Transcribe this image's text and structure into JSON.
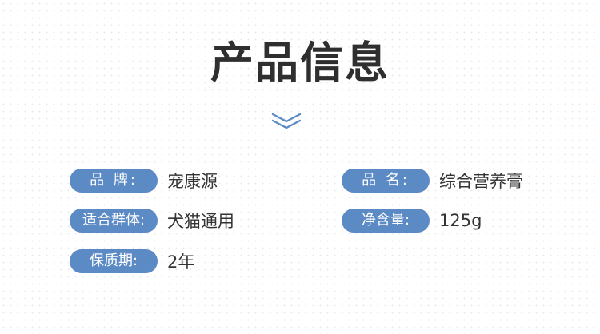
{
  "title": "产品信息",
  "decor": {
    "chevron_icon": "double-chevron-down-icon",
    "accent_color": "#5b8ac4"
  },
  "specs": {
    "brand": {
      "label": "品 牌:",
      "value": "宠康源"
    },
    "name": {
      "label": "品 名:",
      "value": "综合营养膏"
    },
    "audience": {
      "label": "适合群体:",
      "value": "犬猫通用"
    },
    "net_weight": {
      "label": "净含量:",
      "value": "125g"
    },
    "shelf_life": {
      "label": "保质期:",
      "value": "2年"
    }
  }
}
